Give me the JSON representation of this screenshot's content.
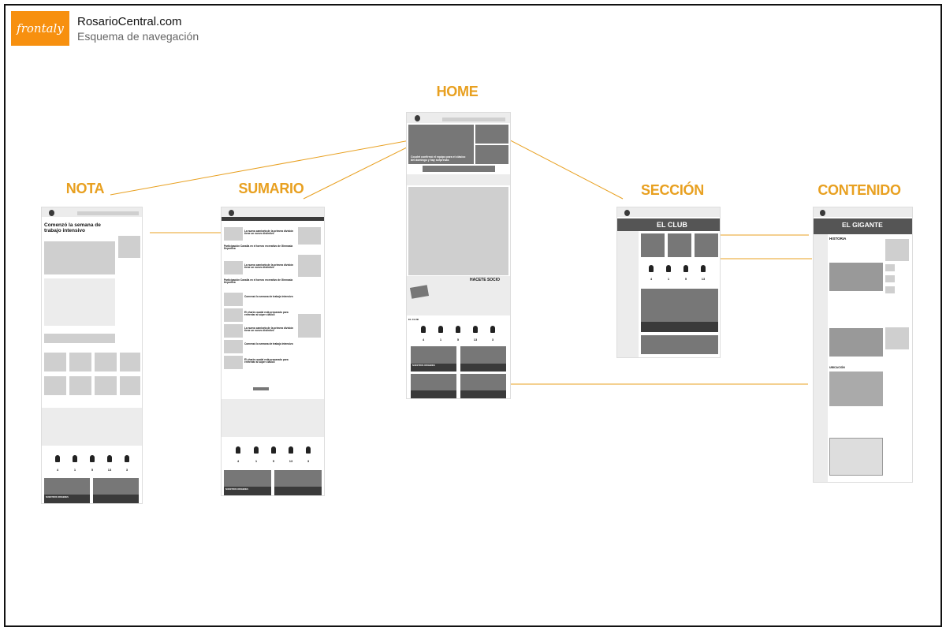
{
  "header": {
    "logo_text": "frontaly",
    "title": "RosarioCentral.com",
    "subtitle": "Esquema de navegación"
  },
  "colors": {
    "accent": "#E8A020",
    "logo_bg": "#F7900F"
  },
  "sections": {
    "home": "HOME",
    "nota": "NOTA",
    "sumario": "SUMARIO",
    "seccion": "SECCIÓN",
    "contenido": "CONTENIDO"
  },
  "home": {
    "hero_headline": "Coudet confirmó el equipo para el clásico del domingo y hay sorpresas",
    "socio_title": "HACETE SOCIO",
    "club_label": "EL CLUB",
    "trophy_counts": [
      "4",
      "1",
      "5",
      "13",
      "3"
    ],
    "card_label": "NUESTROS ORIGENES"
  },
  "nota": {
    "headline": "Comenzó la semana de trabajo intensivo",
    "trophy_counts": [
      "4",
      "1",
      "5",
      "13",
      "3"
    ],
    "card_label": "NUESTROS ORIGENES"
  },
  "sumario": {
    "items": [
      "La nueva camiseta de la primera división tiene un nuevo distintivo",
      "Participación Canalla en el torneo recreativo de Gimnasia Deportiva",
      "La nueva camiseta de la primera división tiene un nuevo distintivo",
      "Participación Canalla en el torneo recreativo de Gimnasia Deportiva",
      "Comenzó la semana de trabajo intensivo",
      "El charla caudal está preparado para enfrentar al súper clásico",
      "La nueva camiseta de la primera división tiene un nuevo distintivo",
      "Comenzó la semana de trabajo intensivo",
      "El charla caudal está preparado para enfrentar al súper clásico"
    ],
    "trophy_counts": [
      "4",
      "1",
      "5",
      "13",
      "3"
    ],
    "card_label": "NUESTROS ORIGENES"
  },
  "seccion": {
    "banner": "EL CLUB",
    "trophy_counts": [
      "4",
      "1",
      "5",
      "13"
    ]
  },
  "contenido": {
    "banner": "EL GIGANTE",
    "heading": "HISTORIA",
    "subheading": "UBICACIÓN"
  }
}
